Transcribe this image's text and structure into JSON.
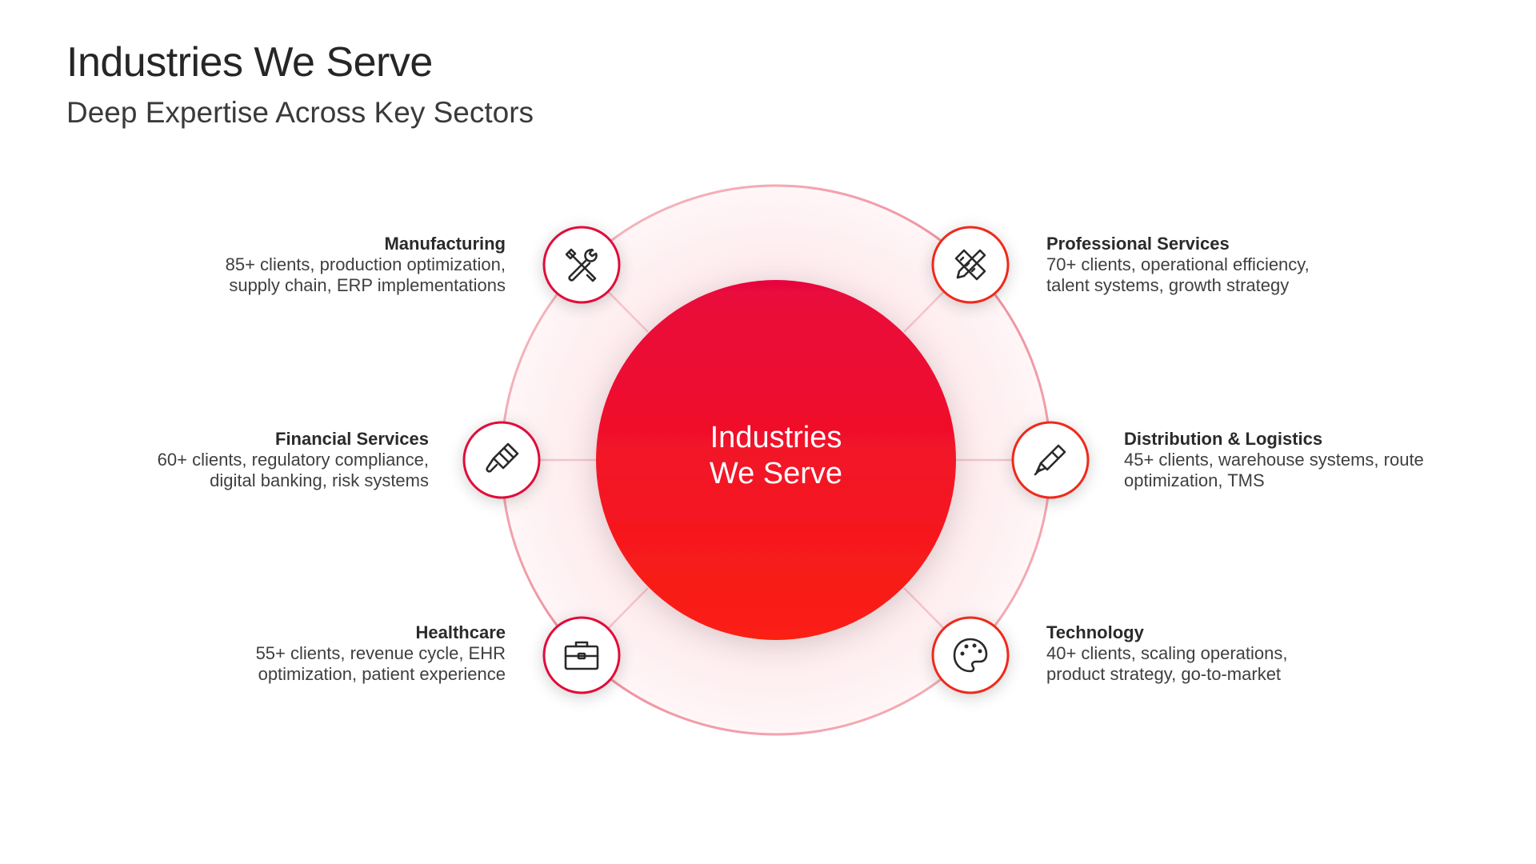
{
  "header": {
    "title": "Industries We Serve",
    "subtitle": "Deep Expertise Across Key Sectors"
  },
  "center": {
    "line1": "Industries",
    "line2": "We Serve"
  },
  "industries": [
    {
      "name": "Manufacturing",
      "line1": "85+ clients, production optimization,",
      "line2": "supply chain, ERP implementations",
      "icon": "tools-icon"
    },
    {
      "name": "Financial Services",
      "line1": "60+ clients, regulatory compliance,",
      "line2": "digital banking, risk systems",
      "icon": "paint-brush-icon"
    },
    {
      "name": "Healthcare",
      "line1": "55+ clients, revenue cycle, EHR",
      "line2": "optimization, patient experience",
      "icon": "briefcase-icon"
    },
    {
      "name": "Professional Services",
      "line1": "70+ clients, operational efficiency,",
      "line2": "talent systems, growth strategy",
      "icon": "pencil-ruler-icon"
    },
    {
      "name": "Distribution & Logistics",
      "line1": "45+ clients, warehouse systems, route",
      "line2": "optimization, TMS",
      "icon": "pen-icon"
    },
    {
      "name": "Technology",
      "line1": "40+ clients, scaling operations,",
      "line2": "product strategy, go-to-market",
      "icon": "palette-icon"
    }
  ],
  "colors": {
    "accent_top": "#e8063d",
    "accent_bottom": "#fb2011",
    "ring": "#f09aa6",
    "ring_fill": "#fdeef0"
  }
}
